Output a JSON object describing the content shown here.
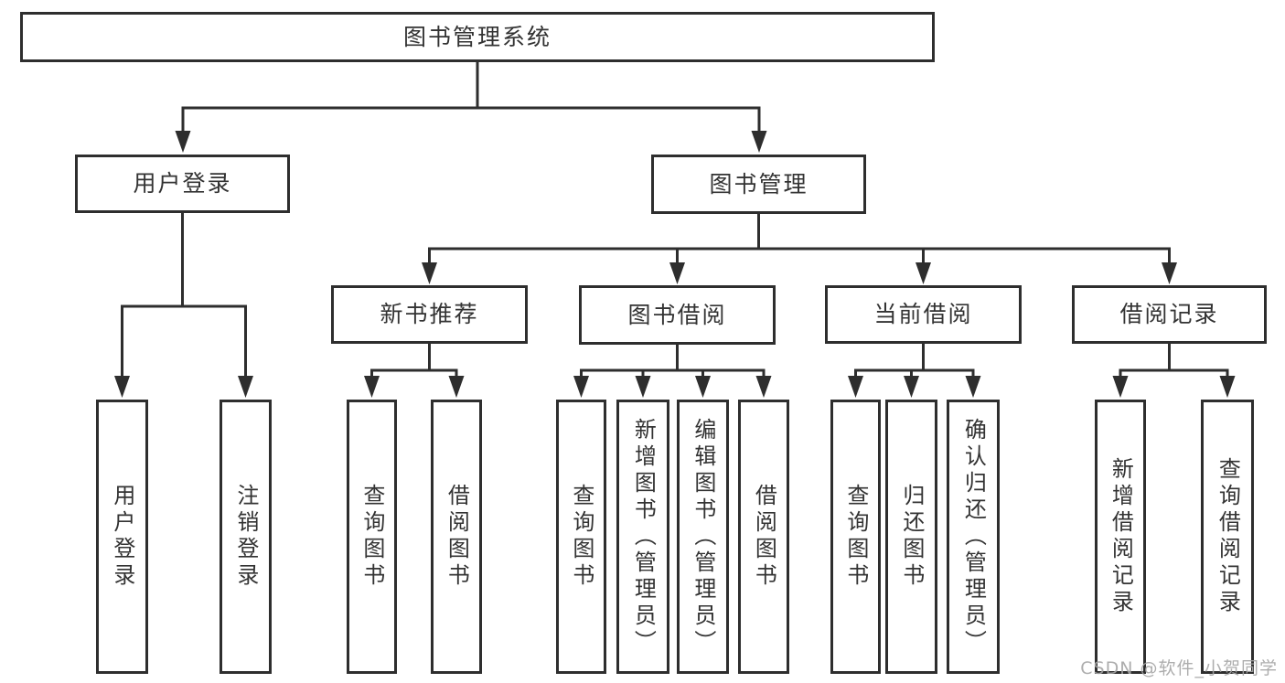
{
  "colors": {
    "line": "#2e2e2e",
    "box_border": "#2e2e2e",
    "text": "#333333",
    "background": "#ffffff",
    "watermark": "#a5a5a5"
  },
  "diagram": {
    "title": "图书管理系统",
    "level2": {
      "user_login": "用户登录",
      "book_mgmt": "图书管理"
    },
    "level3": {
      "new_books": "新书推荐",
      "borrow": "图书借阅",
      "current": "当前借阅",
      "records": "借阅记录"
    },
    "leaves": {
      "user_login": [
        "用户登录",
        "注销登录"
      ],
      "new_books": [
        "查询图书",
        "借阅图书"
      ],
      "borrow": [
        "查询图书",
        "新增图书（管理员）",
        "编辑图书（管理员）",
        "借阅图书"
      ],
      "current": [
        "查询图书",
        "归还图书",
        "确认归还（管理员）"
      ],
      "records": [
        "新增借阅记录",
        "查询借阅记录"
      ]
    }
  },
  "watermark": {
    "text": "CSDN @软件_小贺同学"
  }
}
